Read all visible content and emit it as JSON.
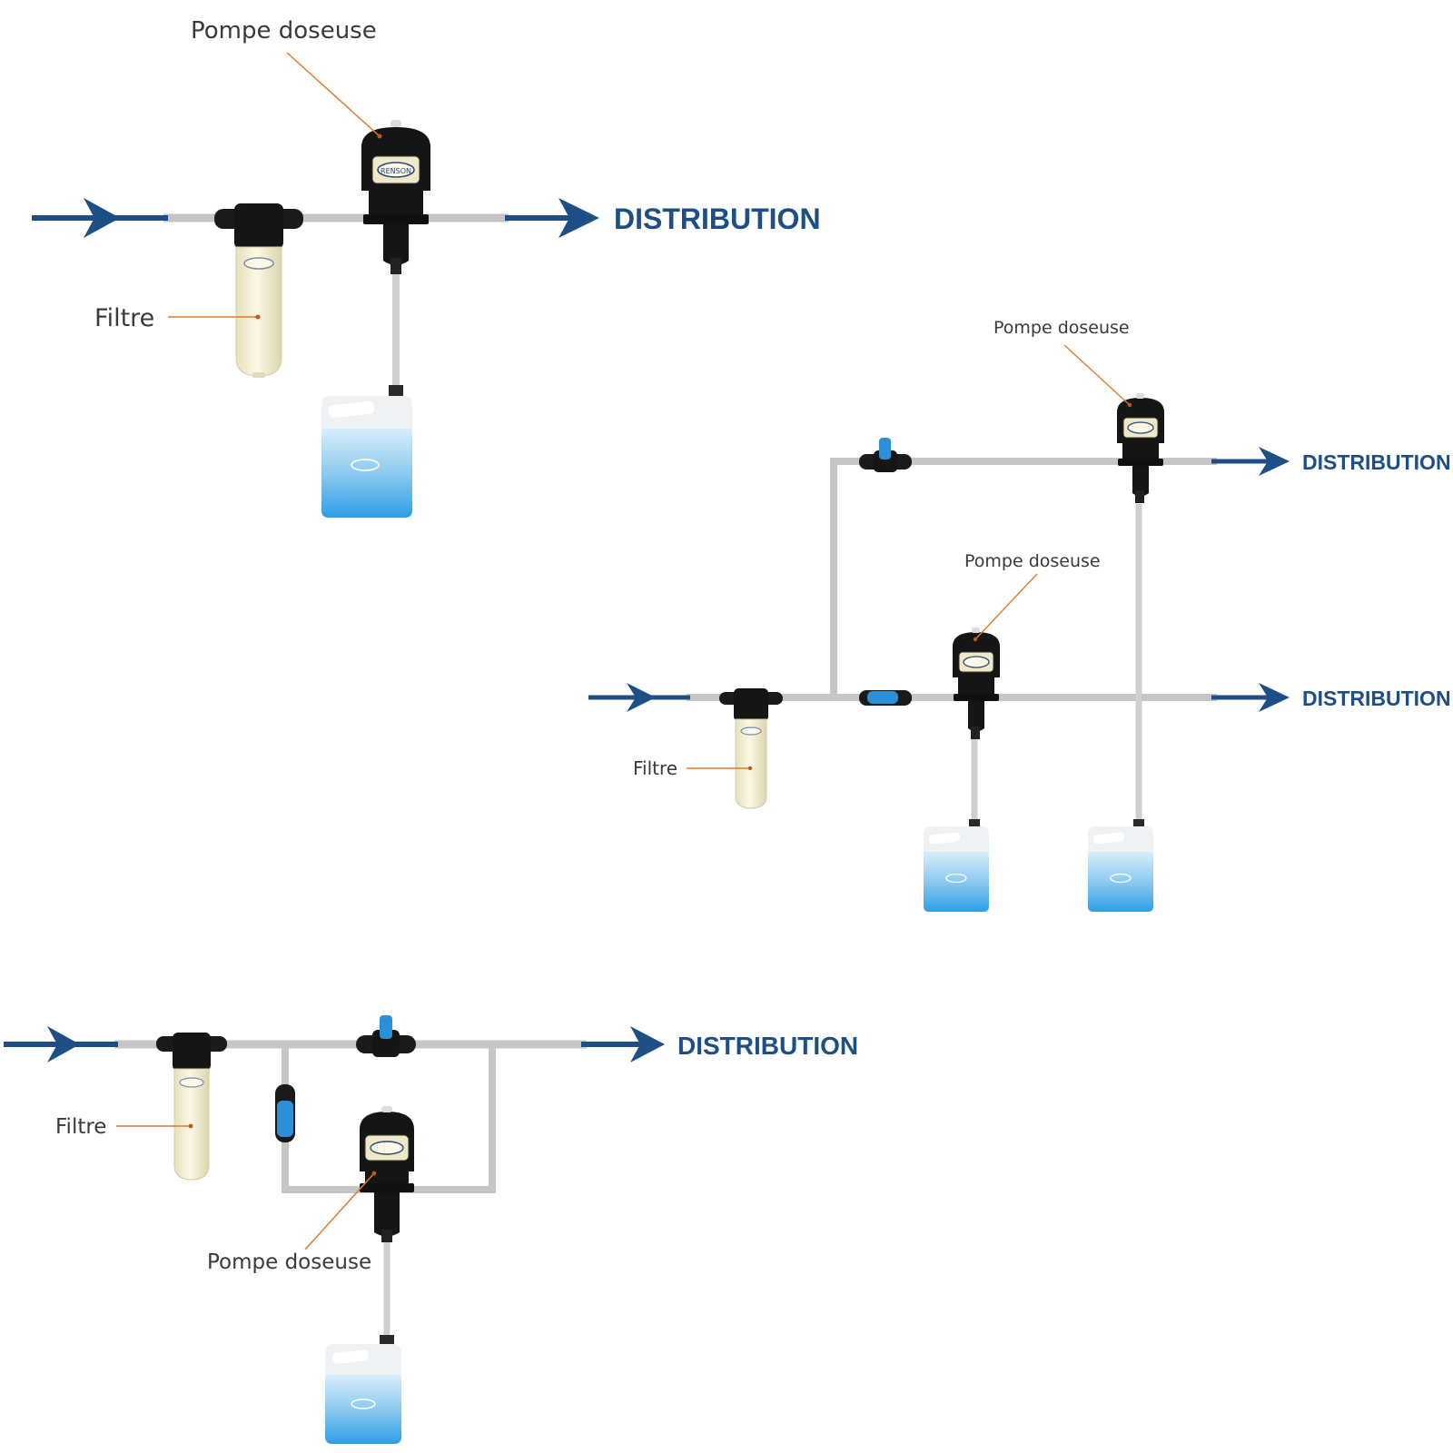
{
  "colors": {
    "flow": "#1d4f86",
    "pipe": "#c9c9c9",
    "pump_body": "#151515",
    "brand_panel": "#efe9c8",
    "filter_bowl": "#f4f0d6",
    "valve_handle": "#2b90d8",
    "leader": "#e07a2c"
  },
  "brand": "RENSON",
  "diagrams": [
    {
      "pump_label": "Pompe doseuse",
      "filter_label": "Filtre",
      "outputs": [
        "DISTRIBUTION"
      ]
    },
    {
      "pump_labels": [
        "Pompe doseuse",
        "Pompe doseuse"
      ],
      "filter_label": "Filtre",
      "outputs": [
        "DISTRIBUTION",
        "DISTRIBUTION"
      ]
    },
    {
      "pump_label": "Pompe doseuse",
      "filter_label": "Filtre",
      "outputs": [
        "DISTRIBUTION"
      ]
    }
  ]
}
